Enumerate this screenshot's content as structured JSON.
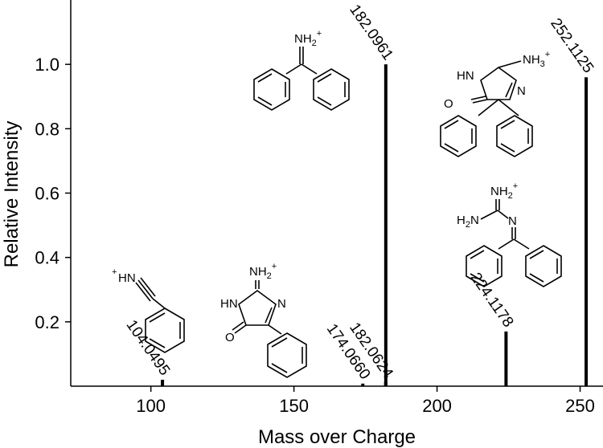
{
  "chart_data": {
    "type": "bar",
    "xlabel": "Mass over Charge",
    "ylabel": "Relative Intensity",
    "xlim": [
      72,
      258
    ],
    "ylim": [
      0,
      1.2
    ],
    "xticks": [
      100,
      150,
      200,
      250
    ],
    "yticks": [
      0.2,
      0.4,
      0.6,
      0.8,
      1.0
    ],
    "ytick_labels": [
      "0.2",
      "0.4",
      "0.6",
      "0.8",
      "1.0"
    ],
    "grid": false,
    "peaks": [
      {
        "mz": 104.0495,
        "intensity": 0.02,
        "label": "104.0495"
      },
      {
        "mz": 174.066,
        "intensity": 0.008,
        "label": "174.0660"
      },
      {
        "mz": 182.0624,
        "intensity": 0.012,
        "label": "182.0624"
      },
      {
        "mz": 182.0961,
        "intensity": 1.0,
        "label": "182.0961"
      },
      {
        "mz": 224.1178,
        "intensity": 0.17,
        "label": "224.1178"
      },
      {
        "mz": 252.1125,
        "intensity": 0.96,
        "label": "252.1125"
      }
    ],
    "structure_labels": {
      "s1": {
        "atom1": "HN",
        "charge": "+"
      },
      "s2": {
        "nh2": "NH",
        "sub": "2",
        "charge": "+",
        "hn": "HN",
        "n": "N",
        "o": "O"
      },
      "s3": {
        "nh2": "NH",
        "sub": "2",
        "charge": "+"
      },
      "s4": {
        "nh2": "NH",
        "sub": "2",
        "charge": "+",
        "h2n": "H",
        "h2n_sub": "2",
        "h2n_n": "N",
        "n": "N"
      },
      "s5": {
        "hn": "HN",
        "nh3": "NH",
        "sub": "3",
        "charge": "+",
        "n": "N",
        "o": "O"
      }
    }
  }
}
